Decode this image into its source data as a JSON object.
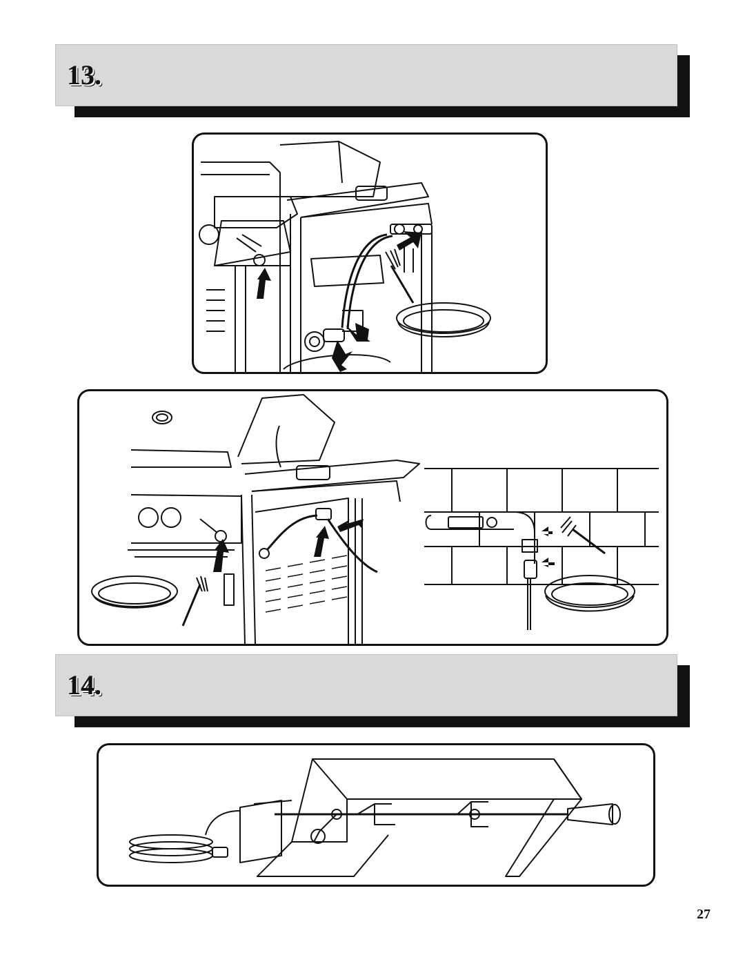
{
  "steps": [
    {
      "number": "13."
    },
    {
      "number": "14."
    }
  ],
  "illustrations": {
    "panel_a": "gas-grill-side-burner-hose-connection-leak-check",
    "panel_b": "grill-side-view-regulator-and-valve-leak-check",
    "panel_c": "rotisserie-spit-and-motor-installation"
  },
  "page": {
    "number": "27"
  },
  "colors": {
    "header_bar": "#d9d9d9",
    "header_shadow": "#111111",
    "line": "#111111"
  }
}
